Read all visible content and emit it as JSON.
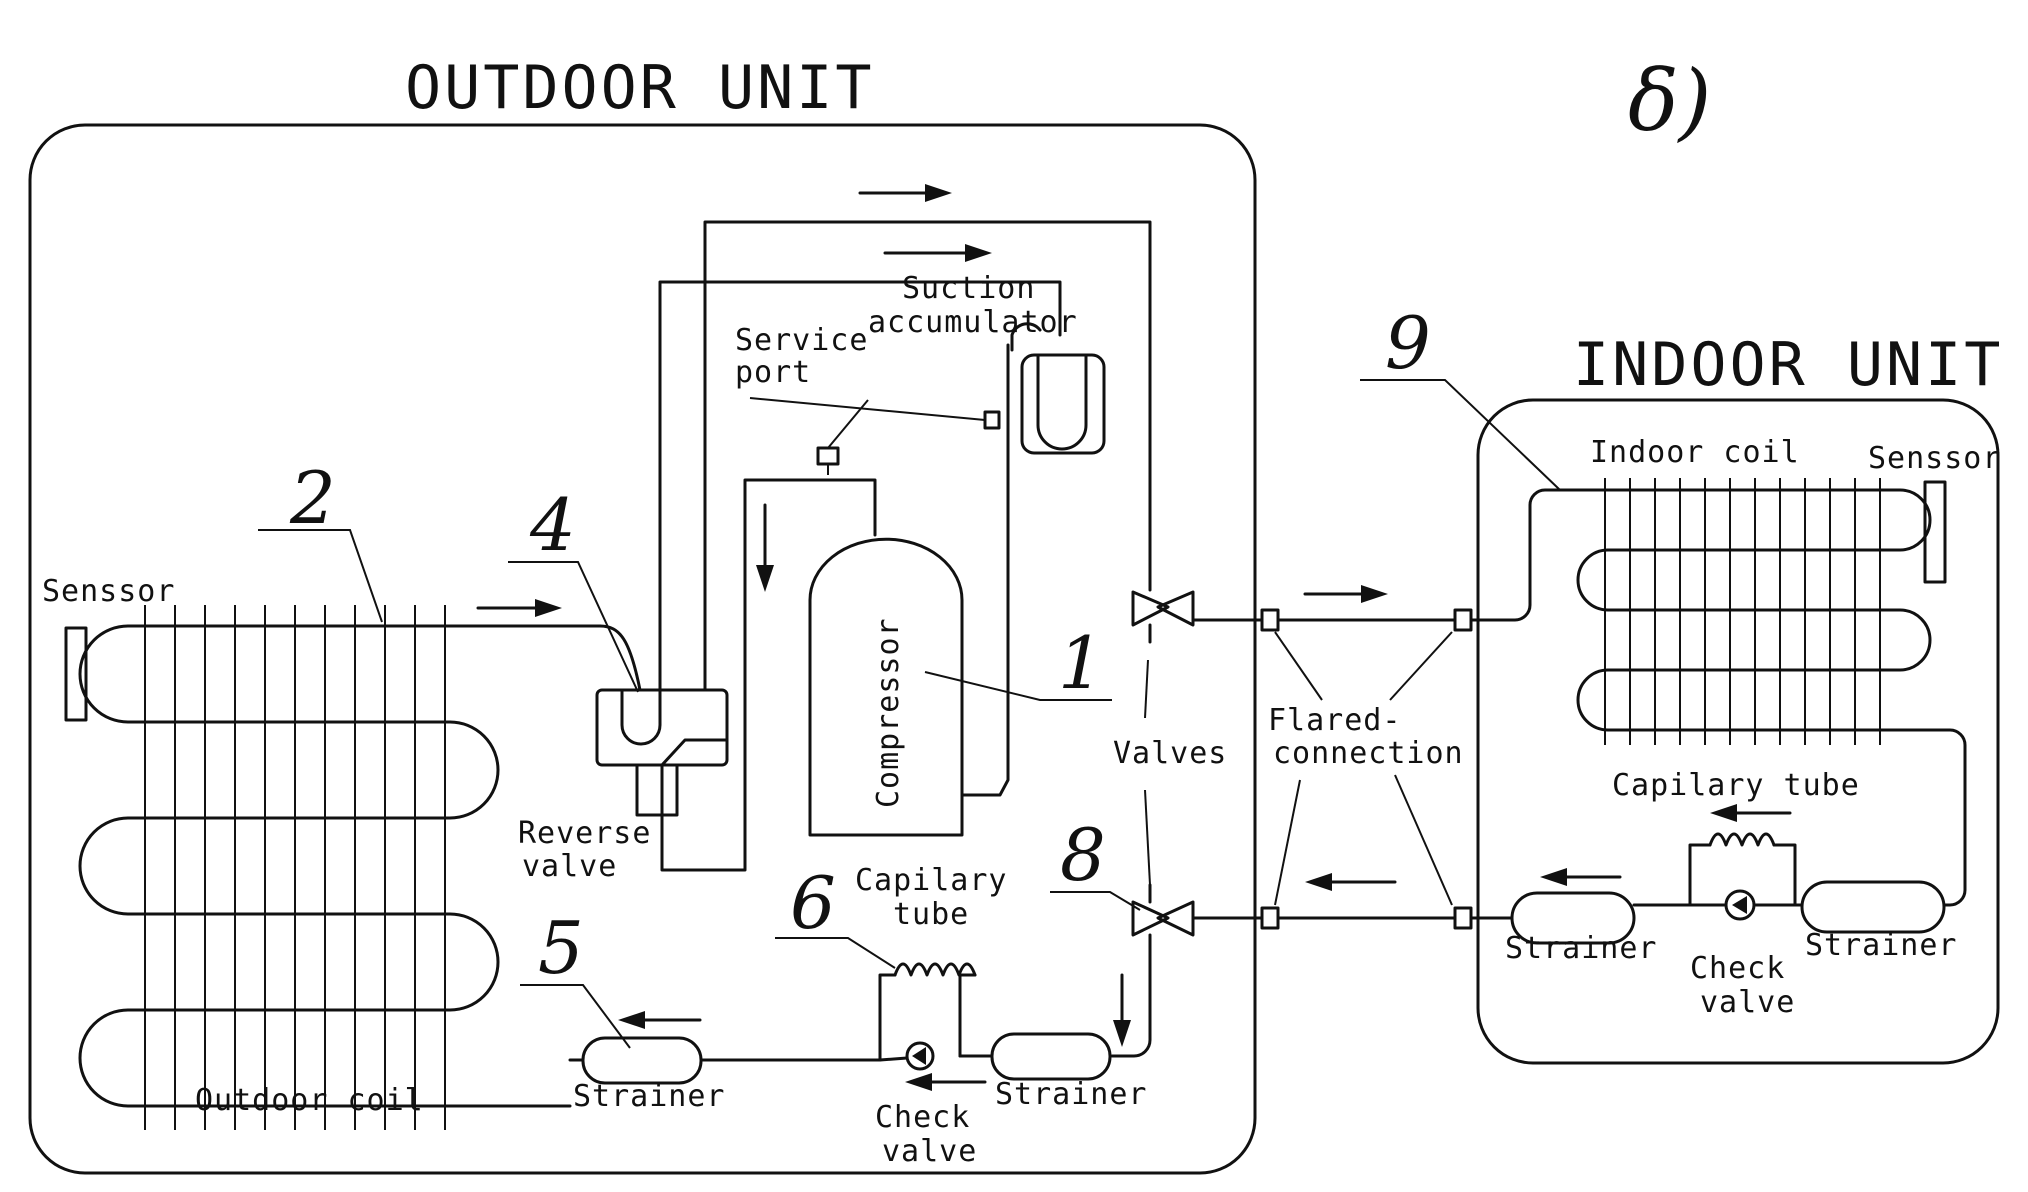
{
  "corner_mark": "δ)",
  "outdoor": {
    "title": "OUTDOOR UNIT",
    "sensor": "Senssor",
    "coil": "Outdoor coil",
    "reverse_valve": [
      "Reverse",
      "valve"
    ],
    "service_port": [
      "Service",
      "port"
    ],
    "suction_accumulator": [
      "Suction",
      "accumulator"
    ],
    "compressor": "Compressor",
    "valves": "Valves",
    "capillary_tube": [
      "Capilary",
      "tube"
    ],
    "strainer_left": "Strainer",
    "strainer_right": "Strainer",
    "check_valve": [
      "Check",
      "valve"
    ]
  },
  "indoor": {
    "title": "INDOOR UNIT",
    "coil": "Indoor coil",
    "sensor": "Senssor",
    "capillary_tube": "Capilary tube",
    "strainer_left": "Strainer",
    "strainer_right": "Strainer",
    "check_valve": [
      "Check",
      "valve"
    ]
  },
  "flared_connection": [
    "Flared-",
    "connection"
  ],
  "callouts": {
    "n1": "1",
    "n2": "2",
    "n4": "4",
    "n5": "5",
    "n6": "6",
    "n8": "8",
    "n9": "9"
  }
}
